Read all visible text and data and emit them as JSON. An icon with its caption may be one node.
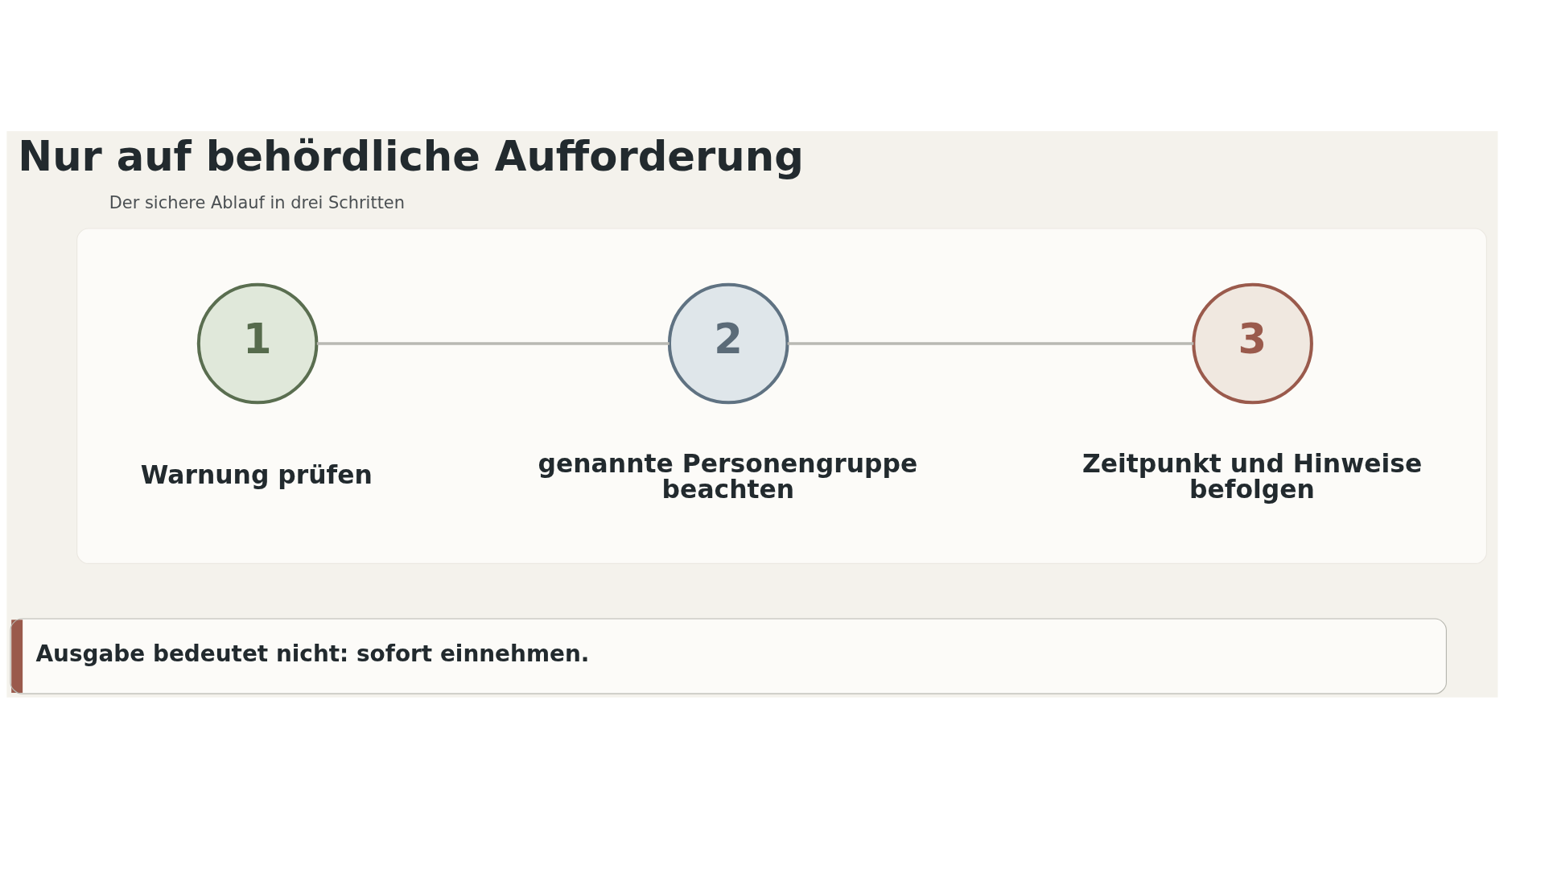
{
  "diagram": {
    "title": "Nur auf behördliche Aufforderung",
    "nodes": [
      {
        "text": [],
        "shape": "box"
      },
      {
        "text": [
          "1"
        ],
        "beside": [
          "Warnung prüfen"
        ],
        "in": 0
      },
      {
        "text": [
          "2"
        ],
        "beside": [
          "genannte Personengruppe beachten"
        ],
        "in": 0
      },
      {
        "text": [
          "3"
        ],
        "beside": [
          "Zeitpunkt und Hinweise befolgen"
        ],
        "in": 0
      },
      {
        "text": [
          "Ausgabe bedeutet nicht: sofort einnehmen."
        ]
      }
    ],
    "edges": [
      {
        "from": 1,
        "to": 2,
        "arrow": "none"
      },
      {
        "from": 2,
        "to": 3,
        "arrow": "none"
      }
    ],
    "labels": [
      "Der sichere Ablauf in drei Schritten"
    ]
  }
}
